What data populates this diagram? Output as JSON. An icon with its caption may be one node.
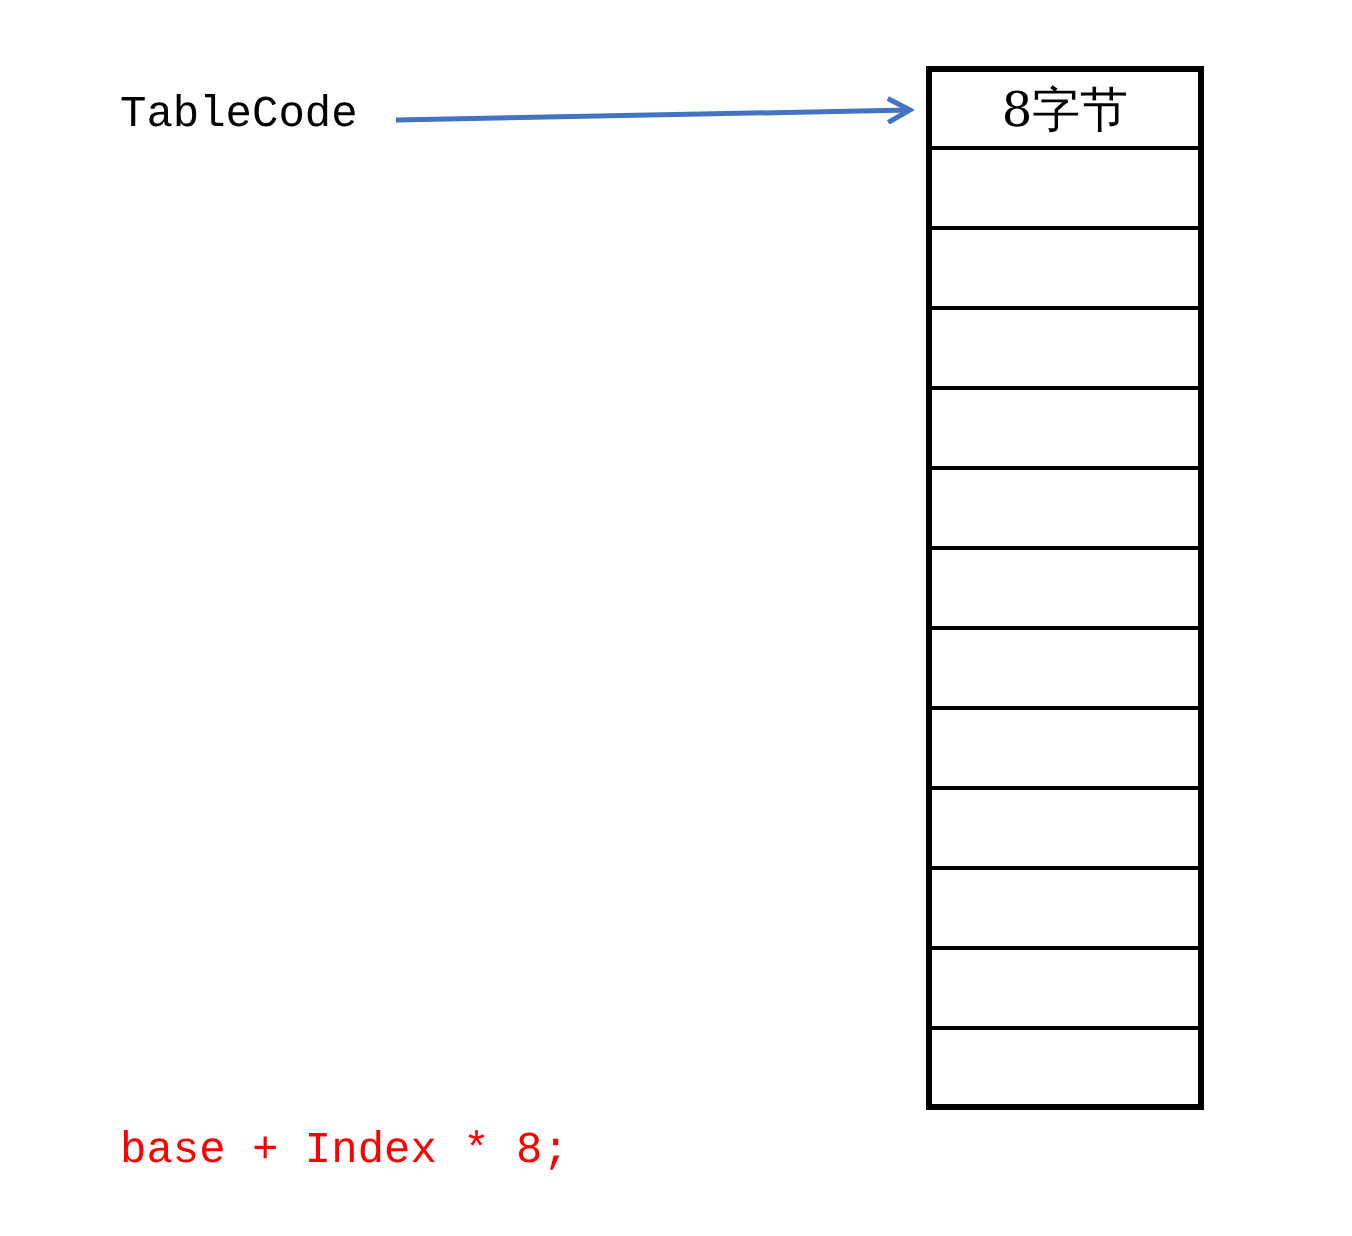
{
  "diagram": {
    "nodes": [
      {
        "text": [
          "TableCode"
        ]
      },
      {
        "text": [
          "8字节"
        ]
      },
      {
        "text": [],
        "shape": "box"
      },
      {
        "text": [],
        "shape": "box"
      },
      {
        "text": [],
        "shape": "box"
      },
      {
        "text": [],
        "shape": "box"
      },
      {
        "text": [],
        "shape": "box"
      },
      {
        "text": [],
        "shape": "box"
      },
      {
        "text": [],
        "shape": "box"
      },
      {
        "text": [],
        "shape": "box"
      },
      {
        "text": [],
        "shape": "box"
      },
      {
        "text": [],
        "shape": "box"
      },
      {
        "text": [],
        "shape": "box"
      },
      {
        "text": [],
        "shape": "box"
      }
    ],
    "edges": [
      {
        "from": 0,
        "to": 1,
        "arrow": "to"
      }
    ],
    "labels": [
      "base + Index * 8;"
    ]
  }
}
